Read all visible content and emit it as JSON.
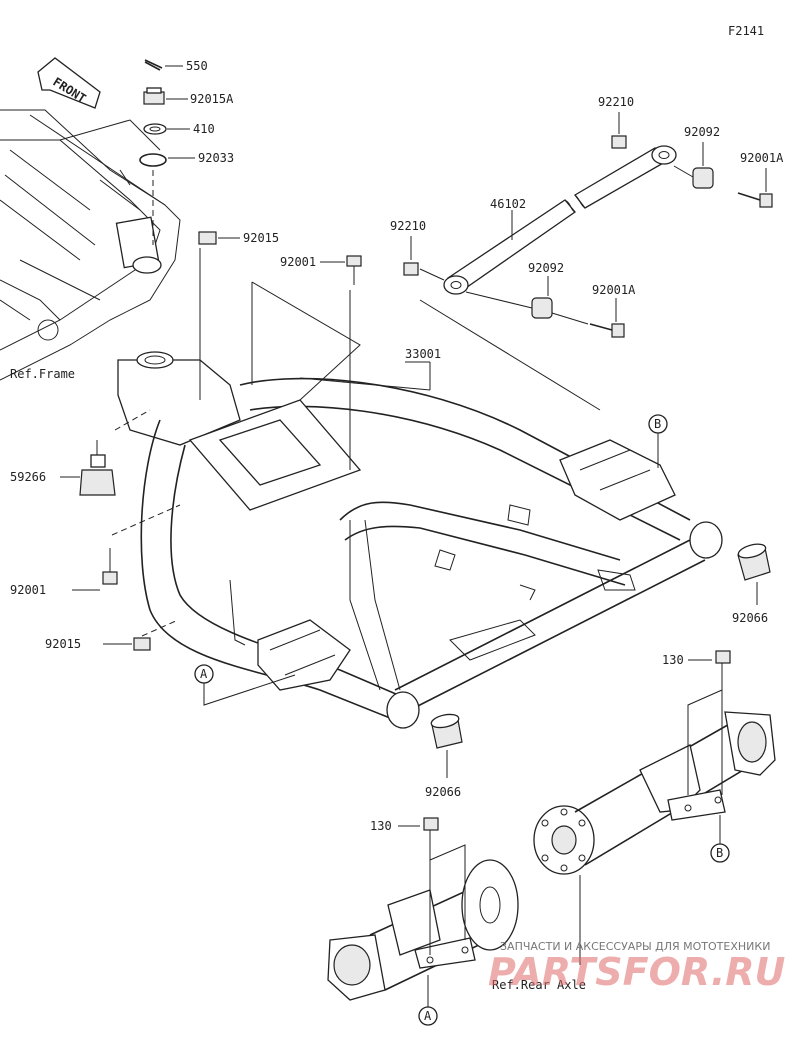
{
  "figure_id": "F2141",
  "front_label": "FRONT",
  "ref_labels": {
    "frame": "Ref.Frame",
    "rear_axle": "Ref.Rear Axle"
  },
  "callout_letters": {
    "A": "A",
    "B": "B"
  },
  "parts": {
    "p550": "550",
    "p92015A": "92015A",
    "p410": "410",
    "p92033": "92033",
    "p92015_top": "92015",
    "p92001_top": "92001",
    "p59266": "59266",
    "p92001_bottom": "92001",
    "p92015_bottom": "92015",
    "p33001": "33001",
    "p92210_top": "92210",
    "p92092_top": "92092",
    "p92001A_top": "92001A",
    "p46102": "46102",
    "p92210_mid": "92210",
    "p92092_mid": "92092",
    "p92001A_mid": "92001A",
    "p92066_right": "92066",
    "p92066_bottom": "92066",
    "p130_right": "130",
    "p130_left": "130"
  },
  "watermark": {
    "tagline": "ЗАПЧАСТИ И АКСЕССУАРЫ ДЛЯ МОТОТЕХНИКИ",
    "brand": "PARTSFOR.RU"
  }
}
